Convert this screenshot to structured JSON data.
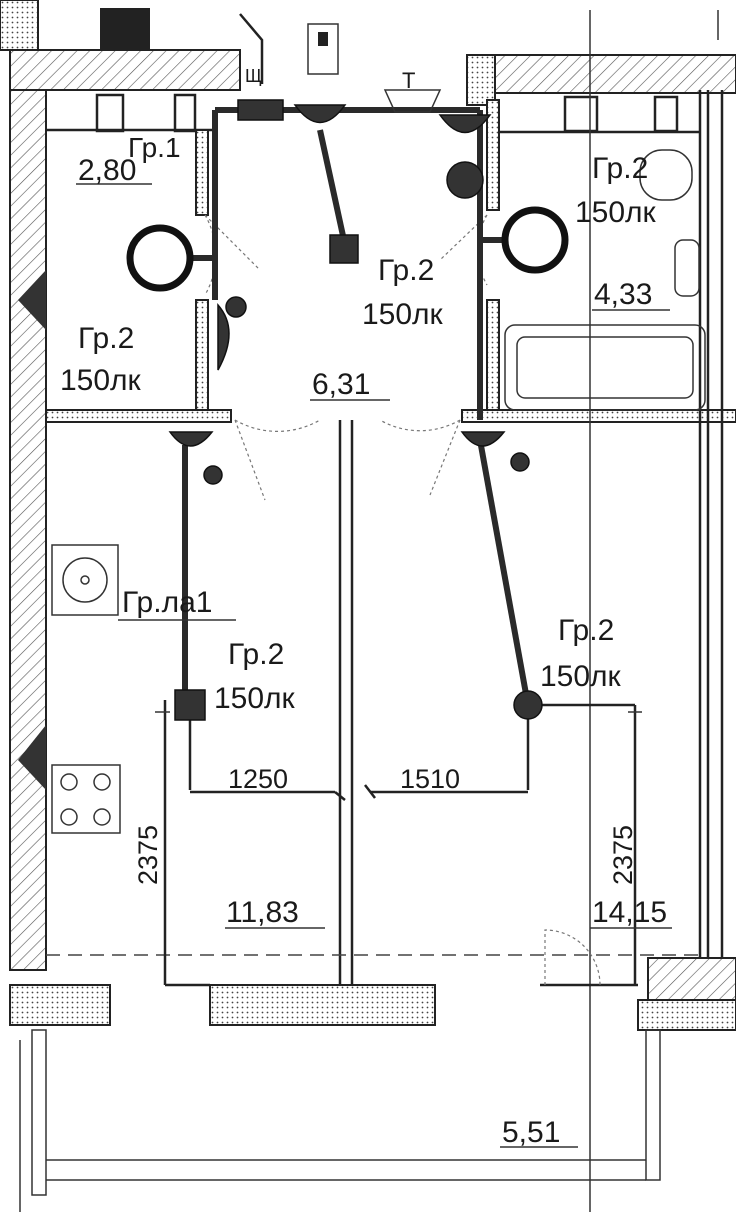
{
  "rooms": [
    {
      "id": "wc",
      "area": "2,80",
      "group": "Гр.2",
      "lux": "150лк"
    },
    {
      "id": "corridor",
      "area": "6,31",
      "group": "Гр.2",
      "lux": "150лк"
    },
    {
      "id": "bathroom",
      "area": "4,33",
      "group": "Гр.2",
      "lux": "150лк"
    },
    {
      "id": "kitchen",
      "area": "11,83",
      "group": "Гр.2",
      "lux": "150лк"
    },
    {
      "id": "room",
      "area": "14,15",
      "group": "Гр.2",
      "lux": "150лк"
    },
    {
      "id": "balcony",
      "area": "5,51"
    }
  ],
  "labels": {
    "partial_top": "Гр.1",
    "kitchen_emergency": "Гр.ла1",
    "shield": "Щ",
    "switch_mark": "T"
  },
  "dimensions": {
    "kitchen_width": "1250",
    "room_width": "1510",
    "kitchen_height": "2375",
    "room_height": "2375"
  }
}
